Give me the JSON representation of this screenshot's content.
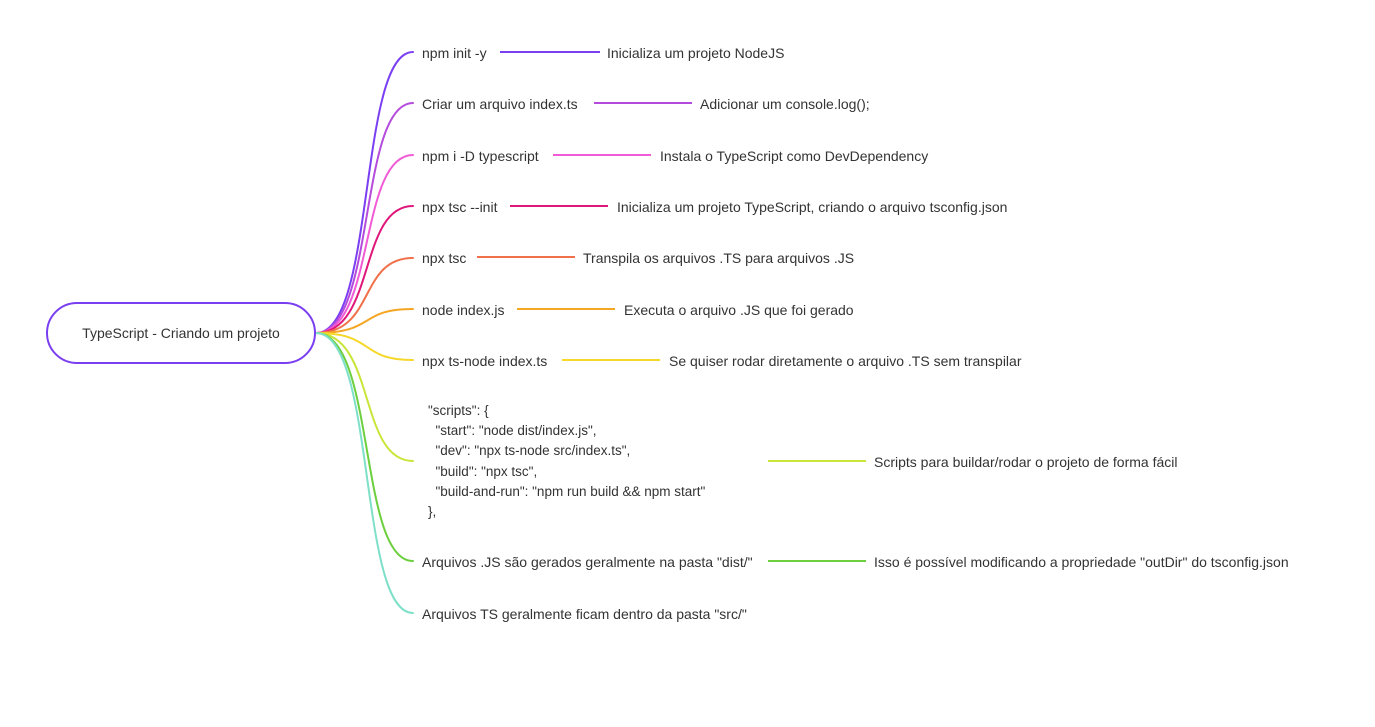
{
  "root": {
    "label": "TypeScript - Criando um projeto",
    "color": "#7b3ff2"
  },
  "branches": [
    {
      "label": "npm init -y",
      "note": "Inicializa um projeto NodeJS",
      "color": "#7b3ff2",
      "icon": "none"
    },
    {
      "label": "Criar um arquivo index.ts",
      "note": "Adicionar um console.log();",
      "color": "#b54bdc"
    },
    {
      "label": "npm i -D typescript",
      "note": "Instala o TypeScript como DevDependency",
      "color": "#f25bd6"
    },
    {
      "label": "npx tsc --init",
      "note": "Inicializa um projeto TypeScript, criando o arquivo tsconfig.json",
      "color": "#e0177a"
    },
    {
      "label": "npx tsc",
      "note": "Transpila os arquivos .TS para arquivos .JS",
      "color": "#f0704a"
    },
    {
      "label": "node index.js",
      "note": "Executa o arquivo .JS que foi gerado",
      "color": "#f5a623"
    },
    {
      "label": "npx ts-node index.ts",
      "note": "Se quiser rodar diretamente o arquivo .TS sem transpilar",
      "color": "#f5d82a"
    },
    {
      "label": "\"scripts\": {\n  \"start\": \"node dist/index.js\",\n  \"dev\": \"npx ts-node src/index.ts\",\n  \"build\": \"npx tsc\",\n  \"build-and-run\": \"npm run build && npm start\"\n},",
      "note": "Scripts para buildar/rodar o projeto de forma fácil",
      "color": "#c8e63a"
    },
    {
      "label": "Arquivos .JS são gerados geralmente na pasta \"dist/\"",
      "note": "Isso é possível modificando a propriedade \"outDir\" do tsconfig.json",
      "color": "#6ccf3e"
    },
    {
      "label": "Arquivos TS geralmente ficam dentro da pasta \"src/\"",
      "note": "",
      "color": "#7ee0c8"
    }
  ]
}
